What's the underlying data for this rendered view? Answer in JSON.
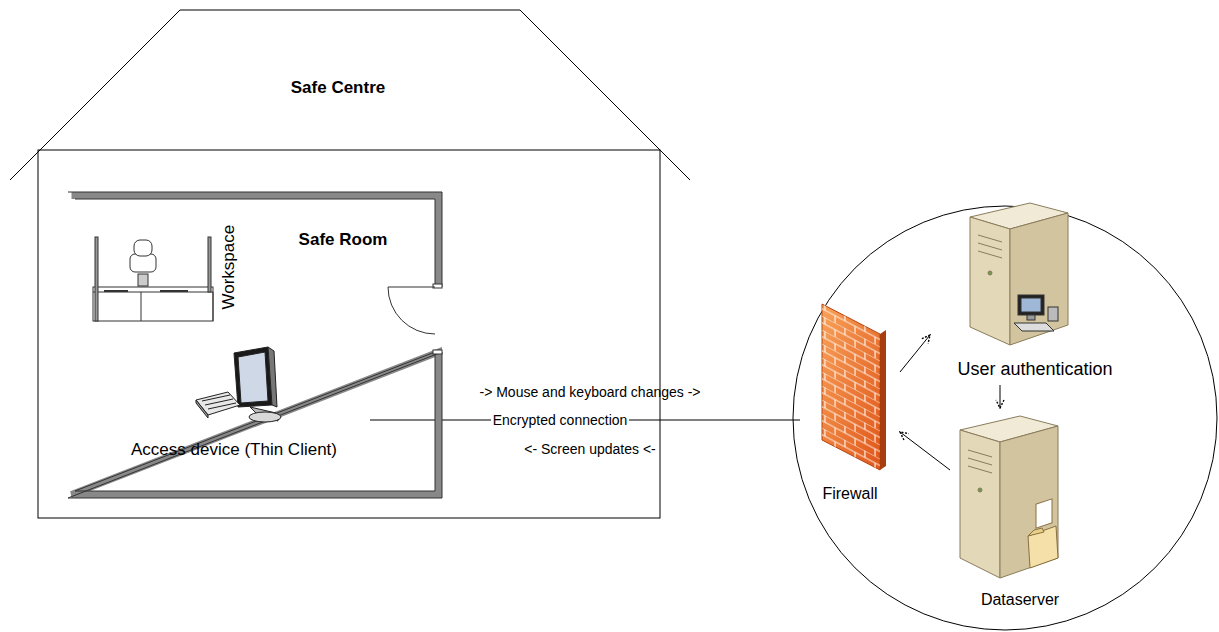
{
  "diagram": {
    "nodes": [
      {
        "text": [
          "Safe Centre"
        ]
      },
      {
        "text": [
          "Safe Room"
        ],
        "in": 0
      },
      {
        "text": [
          "Access device (Thin Client)"
        ],
        "in": 1
      },
      {
        "text": [
          "Firewall"
        ]
      },
      {
        "text": [
          "User authentication"
        ]
      },
      {
        "text": [
          "Dataserver"
        ]
      }
    ],
    "edges": [
      {
        "from": 2,
        "to": 3,
        "label": "Encrypted connection",
        "arrow": "none"
      },
      {
        "from": 3,
        "to": 4,
        "arrow": "to"
      },
      {
        "from": 4,
        "to": 5,
        "arrow": "to"
      },
      {
        "from": 5,
        "to": 3,
        "arrow": "to"
      }
    ],
    "labels": [
      "Workspace",
      "-> Mouse and keyboard changes ->",
      "<- Screen updates <-"
    ]
  }
}
